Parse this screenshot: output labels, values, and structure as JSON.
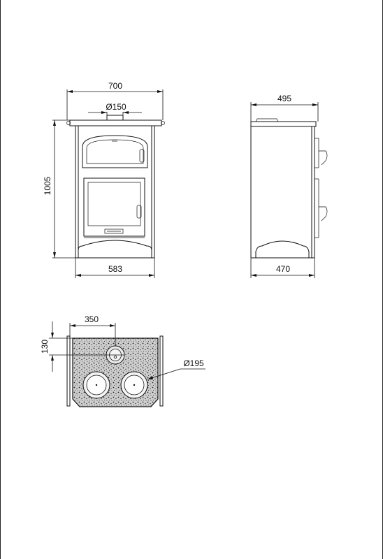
{
  "dimensions": {
    "front_width_top": "700",
    "flue_diameter": "Ø150",
    "height": "1005",
    "front_width_base": "583",
    "side_depth_top": "495",
    "side_depth_base": "470",
    "flue_offset_x": "350",
    "flue_offset_y": "130",
    "hotplate_diameter": "Ø195"
  },
  "colors": {
    "line": "#111111",
    "stone_fill": "#bcbcbc",
    "background": "#ffffff"
  }
}
